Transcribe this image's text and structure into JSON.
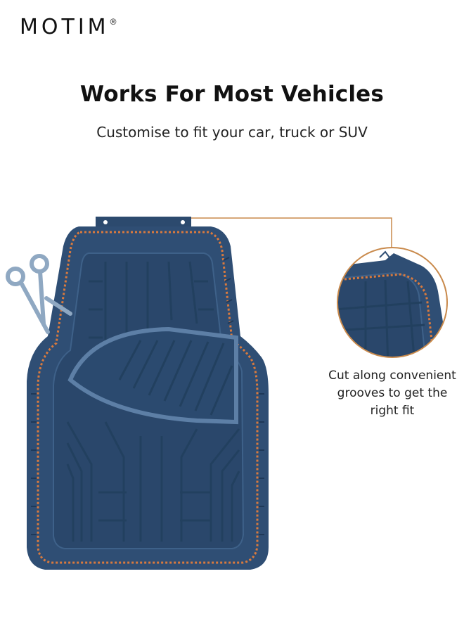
{
  "brand": {
    "name": "MOTIM",
    "registered_mark": "®"
  },
  "headline": "Works For Most Vehicles",
  "subheadline": "Customise to fit your car, truck or SUV",
  "callout": {
    "lines": [
      "Cut along convenient",
      "grooves to get the",
      "right fit"
    ]
  },
  "colors": {
    "mat": "#2f4e74",
    "mat_dark": "#213b5c",
    "mat_light": "#5d7fa6",
    "cut_line": "#d97a3e",
    "leader_line": "#c98a4c",
    "scissors": "#8fa8c2"
  },
  "icons": [
    "scissors-icon"
  ]
}
